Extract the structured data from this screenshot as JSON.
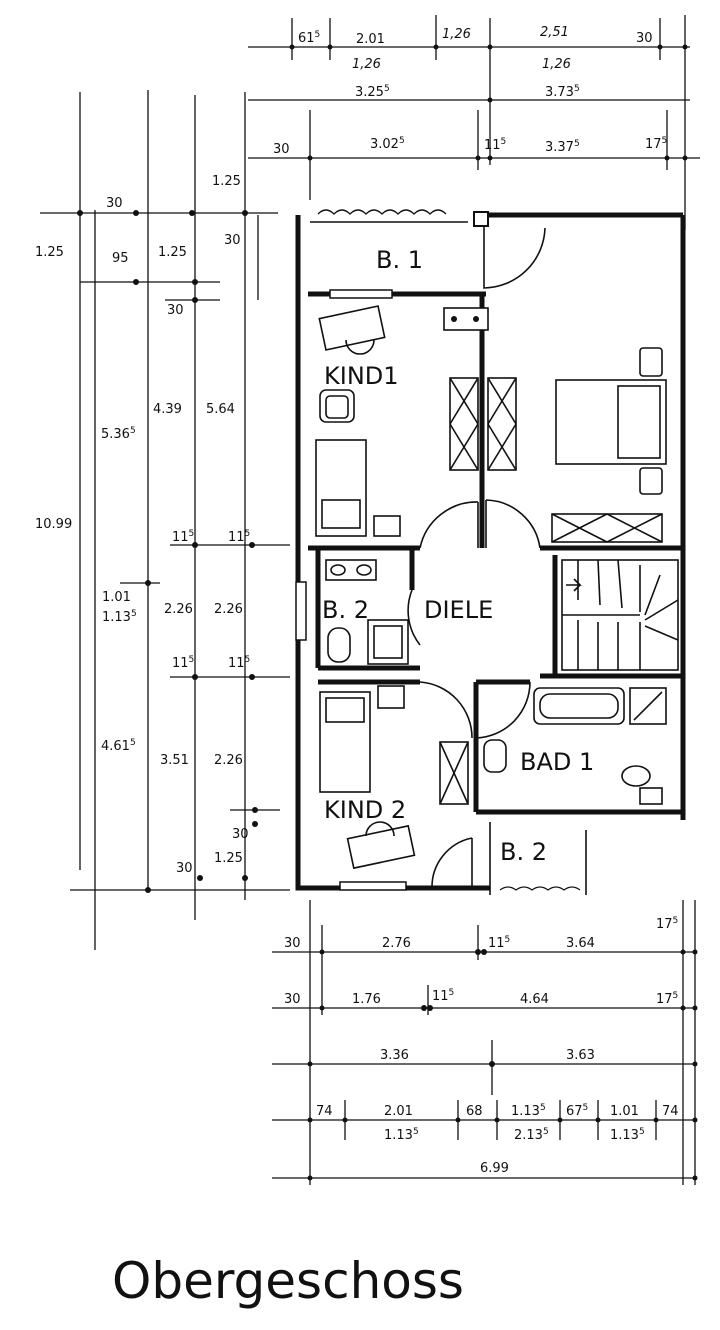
{
  "title": "Obergeschoss",
  "rooms": {
    "b1_top": "B. 1",
    "kind1": "KIND1",
    "b2_left": "B. 2",
    "diele": "DIELE",
    "bad1": "BAD 1",
    "kind2": "KIND 2",
    "b2_bottom": "B. 2"
  },
  "dims_top": {
    "r1_a": "61",
    "r1_a_sup": "5",
    "r1_b": "2.01",
    "r1_b2": "1,26",
    "r1_c": "1,26",
    "r1_d": "2,51",
    "r1_d2": "1,26",
    "r1_e": "30",
    "r2_a": "3.25",
    "r2_a_sup": "5",
    "r2_b": "3.73",
    "r2_b_sup": "5",
    "r3_a": "30",
    "r3_b": "3.02",
    "r3_b_sup": "5",
    "r3_c": "11",
    "r3_c_sup": "5",
    "r3_d": "3.37",
    "r3_d_sup": "5",
    "r3_e": "17",
    "r3_e_sup": "5"
  },
  "dims_left": {
    "d_125_top": "1.25",
    "d_30_a": "30",
    "d_125_left": "1.25",
    "d_95": "95",
    "d_125_mid": "1.25",
    "d_30_b": "30",
    "d_30_c": "30",
    "d_536": "5.36",
    "d_536_sup": "5",
    "d_439": "4.39",
    "d_564": "5.64",
    "d_1099": "10.99",
    "d_11_a": "11",
    "d_11_a_sup": "5",
    "d_11_b": "11",
    "d_11_b_sup": "5",
    "d_101": "1.01",
    "d_113": "1.13",
    "d_113_sup": "5",
    "d_226_a": "2.26",
    "d_226_b": "2.26",
    "d_11_c": "11",
    "d_11_c_sup": "5",
    "d_11_d": "11",
    "d_11_d_sup": "5",
    "d_461": "4.61",
    "d_461_sup": "5",
    "d_351": "3.51",
    "d_226_c": "2.26",
    "d_30_d": "30",
    "d_30_e": "30",
    "d_125_bot": "1.25"
  },
  "dims_bottom": {
    "b1_a": "30",
    "b1_b": "2.76",
    "b1_c": "11",
    "b1_c_sup": "5",
    "b1_d": "3.64",
    "b1_e": "17",
    "b1_e_sup": "5",
    "b2_a": "30",
    "b2_b": "1.76",
    "b2_c": "11",
    "b2_c_sup": "5",
    "b2_d": "4.64",
    "b2_e": "17",
    "b2_e_sup": "5",
    "b3_a": "3.36",
    "b3_b": "3.63",
    "b4_a": "74",
    "b4_b": "2.01",
    "b4_b2": "1.13",
    "b4_b2_sup": "5",
    "b4_c": "68",
    "b4_d": "1.13",
    "b4_d_sup": "5",
    "b4_d2": "2.13",
    "b4_d2_sup": "5",
    "b4_e": "67",
    "b4_e_sup": "5",
    "b4_f": "1.01",
    "b4_f2": "1.13",
    "b4_f2_sup": "5",
    "b4_g": "74",
    "b5": "6.99"
  }
}
